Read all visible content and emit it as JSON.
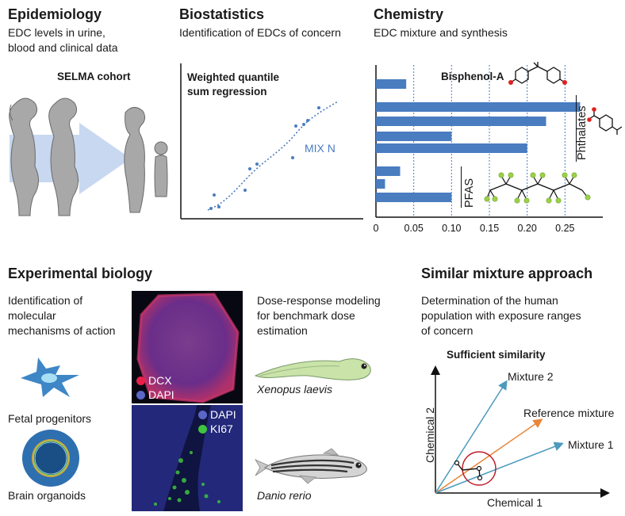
{
  "epidemiology": {
    "title": "Epidemiology",
    "subtitle_lines": [
      "EDC levels in urine,",
      "blood and clinical data"
    ],
    "cohort": "SELMA cohort"
  },
  "biostatistics": {
    "title": "Biostatistics",
    "subtitle": "Identification of EDCs of concern",
    "plot_title_lines": [
      "Weighted quantile",
      "sum regression"
    ],
    "mix_label": "MIX N"
  },
  "chemistry": {
    "title": "Chemistry",
    "subtitle": "EDC mixture and synthesis",
    "bisphenol_label": "Bisphenol-A",
    "phthalates_label": "Phthalates",
    "pfas_label": "PFAS"
  },
  "experimental": {
    "title": "Experimental biology",
    "subtitle_lines": [
      "Identification of",
      "molecular",
      "mechanisms of action"
    ],
    "fetal_label": "Fetal progenitors",
    "organoid_label": "Brain organoids",
    "stain_top": [
      {
        "name": "DCX",
        "color": "#e8204a"
      },
      {
        "name": "DAPI",
        "color": "#5a67c9"
      }
    ],
    "stain_bottom": [
      {
        "name": "DAPI",
        "color": "#5a67c9"
      },
      {
        "name": "KI67",
        "color": "#3ec43e"
      }
    ],
    "dose_lines": [
      "Dose-response modeling",
      "for benchmark dose",
      "estimation"
    ],
    "xenopus": "Xenopus laevis",
    "danio": "Danio rerio"
  },
  "similar": {
    "title": "Similar mixture approach",
    "subtitle_lines": [
      "Determination of the human",
      "population with exposure ranges",
      "of concern"
    ],
    "diagram_title": "Sufficient similarity",
    "mixture2": "Mixture 2",
    "reference": "Reference mixture",
    "mixture1": "Mixture 1",
    "xlabel": "Chemical 1",
    "ylabel": "Chemical 2"
  },
  "colors": {
    "bar": "#4a7cc0",
    "dots": "#4a7cc0",
    "arrow_blue": "#4a9bbd",
    "arrow_orange": "#e8863a",
    "circle": "#c01f2a",
    "atom_red": "#e0201e",
    "atom_green": "#9bd04a"
  },
  "chart_data": {
    "type": "bar",
    "orientation": "horizontal",
    "groups": [
      {
        "name": "Bisphenol-A",
        "values": [
          0.04
        ]
      },
      {
        "name": "Phthalates",
        "values": [
          0.27,
          0.225,
          0.1,
          0.2
        ]
      },
      {
        "name": "PFAS",
        "values": [
          0.032,
          0.012,
          0.1
        ]
      }
    ],
    "values": [
      0.04,
      0.27,
      0.225,
      0.1,
      0.2,
      0.032,
      0.012,
      0.1
    ],
    "xticks": [
      "0",
      "0.05",
      "0.10",
      "0.15",
      "0.20",
      "0.25"
    ],
    "xlim": [
      0,
      0.3
    ],
    "grid": "vertical dashed"
  }
}
